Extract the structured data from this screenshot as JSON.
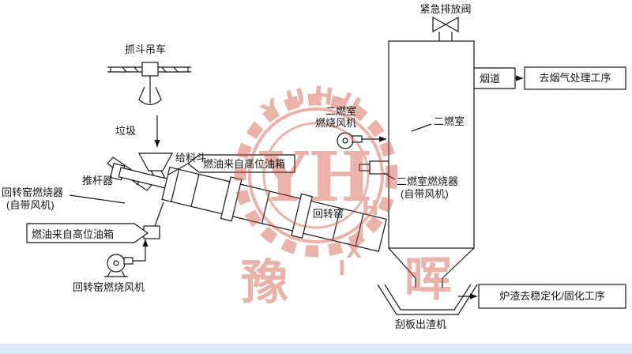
{
  "labels": {
    "emergency_valve": "紧急排放阀",
    "grab_crane": "抓斗吊车",
    "garbage": "垃圾",
    "feed_hopper": "给料斗",
    "pusher": "推杆器",
    "kiln_burner_l1": "回转窑燃烧器",
    "kiln_burner_l2": "(自带风机)",
    "fuel_left": "燃油来自高位油箱",
    "fuel_top": "燃油来自高位油箱",
    "kiln_fan": "回转窑燃烧风机",
    "sec_fan_l1": "二燃室",
    "sec_fan_l2": "燃烧风机",
    "sec_chamber": "二燃室",
    "sec_burner_l1": "二燃室燃烧器",
    "sec_burner_l2": "(自带风机)",
    "rotary_kiln": "回转窑",
    "flue": "烟道",
    "flue_process": "去烟气处理工序",
    "scraper": "刮板出渣机",
    "slag_process": "炉渣去稳定化/固化工序"
  },
  "watermark": {
    "monogram": "YH",
    "en_top": "YUHU",
    "en_side_chars": [
      "H",
      "I",
      "X",
      "I"
    ],
    "cn_left": "豫",
    "cn_right": "晖",
    "color": "#cf4a33"
  },
  "colors": {
    "line": "#151515",
    "watermark": "#cf4a33",
    "bottom_strip": "#dbe7f4",
    "background": "#ffffff"
  }
}
